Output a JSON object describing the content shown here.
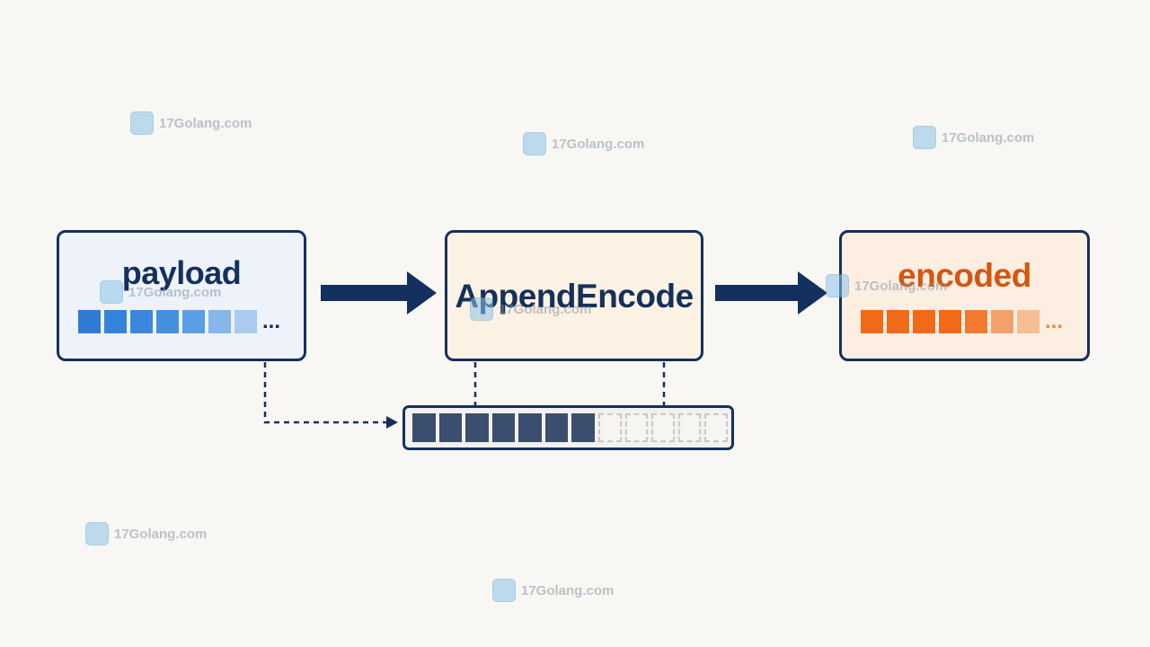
{
  "diagram": {
    "payload_box": {
      "label": "payload",
      "ellipsis": "...",
      "cells": [
        "#2f7bd6",
        "#3583da",
        "#3a87db",
        "#4590de",
        "#5a9ee3",
        "#86b7ea",
        "#a8cbef"
      ]
    },
    "append_box": {
      "label": "AppendEncode"
    },
    "encoded_box": {
      "label": "encoded",
      "ellipsis": "...",
      "cells": [
        "#f06a1a",
        "#f06a1a",
        "#f06a1a",
        "#f06a1a",
        "#f27a2e",
        "#f4a06a",
        "#f7bd94"
      ]
    },
    "buffer": {
      "filled_cells": 7,
      "empty_cells": 5
    },
    "colors": {
      "outline": "#14305e",
      "payload_title": "#15305c",
      "encoded_title": "#d4560f"
    }
  },
  "watermarks": [
    {
      "text": "17Golang.com"
    },
    {
      "text": "17Golang.com"
    },
    {
      "text": "17Golang.com"
    },
    {
      "text": "17Golang.com"
    },
    {
      "text": "17Golang.com"
    },
    {
      "text": "17Golang.com"
    },
    {
      "text": "17Golang.com"
    },
    {
      "text": "17Golang.com"
    }
  ]
}
